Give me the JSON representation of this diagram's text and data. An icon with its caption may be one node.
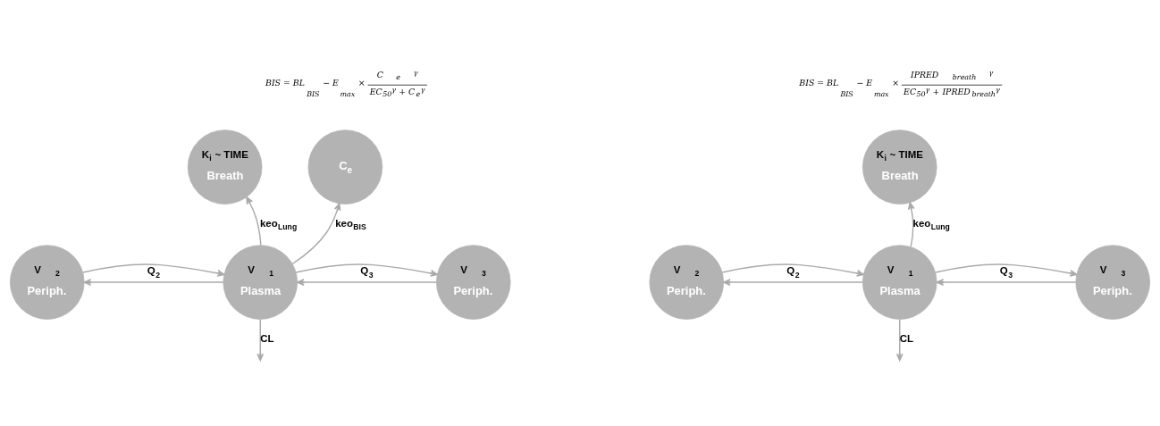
{
  "diagram": {
    "nodes": [
      {
        "text": [
          "K$_{i}$ ~ TIME",
          "Breath"
        ]
      },
      {
        "text": [
          "C$_{e}$"
        ]
      },
      {
        "text": [
          "V$_{2}$",
          "Periph."
        ]
      },
      {
        "text": [
          "V$_{1}$",
          "Plasma"
        ]
      },
      {
        "text": [
          "V$_{3}$",
          "Periph."
        ]
      },
      {
        "text": [
          "K$_{i}$ ~ TIME",
          "Breath"
        ]
      },
      {
        "text": [
          "V$_{2}$",
          "Periph."
        ]
      },
      {
        "text": [
          "V$_{1}$",
          "Plasma"
        ]
      },
      {
        "text": [
          "V$_{3}$",
          "Periph."
        ]
      }
    ],
    "edges": [
      {
        "from": 3,
        "to": 0,
        "arrow": "to",
        "label": "keo$_{Lung}$"
      },
      {
        "from": 3,
        "to": 1,
        "arrow": "to",
        "label": "keo$_{BIS}$"
      },
      {
        "from": 3,
        "to": 2,
        "arrow": "to",
        "label": "Q$_{2}$"
      },
      {
        "from": 2,
        "to": 3,
        "arrow": "to"
      },
      {
        "from": 4,
        "to": 3,
        "arrow": "to",
        "label": "Q$_{3}$"
      },
      {
        "from": 3,
        "to": 4,
        "arrow": "to"
      },
      {
        "from": 3,
        "to": null,
        "arrow": "to",
        "label": "CL"
      },
      {
        "from": 7,
        "to": 5,
        "arrow": "to",
        "label": "keo$_{Lung}$"
      },
      {
        "from": 7,
        "to": 6,
        "arrow": "to",
        "label": "Q$_{2}$"
      },
      {
        "from": 6,
        "to": 7,
        "arrow": "to"
      },
      {
        "from": 8,
        "to": 7,
        "arrow": "to",
        "label": "Q$_{3}$"
      },
      {
        "from": 7,
        "to": 8,
        "arrow": "to"
      },
      {
        "from": 7,
        "to": null,
        "arrow": "to",
        "label": "CL"
      }
    ],
    "labels": [
      "BIS = BL$_{BIS}$ − E$_{max}$ ×",
      "C$_{e}$$^{γ}$",
      "EC$_{50}$$^{γ}$ + C$_{e}$$^{γ}$",
      "BIS = BL$_{BIS}$ − E$_{max}$ ×",
      "IPRED$_{breath}$$^{γ}$",
      "EC$_{50}$$^{γ}$ + IPRED$_{breath}$$^{γ}$"
    ]
  }
}
